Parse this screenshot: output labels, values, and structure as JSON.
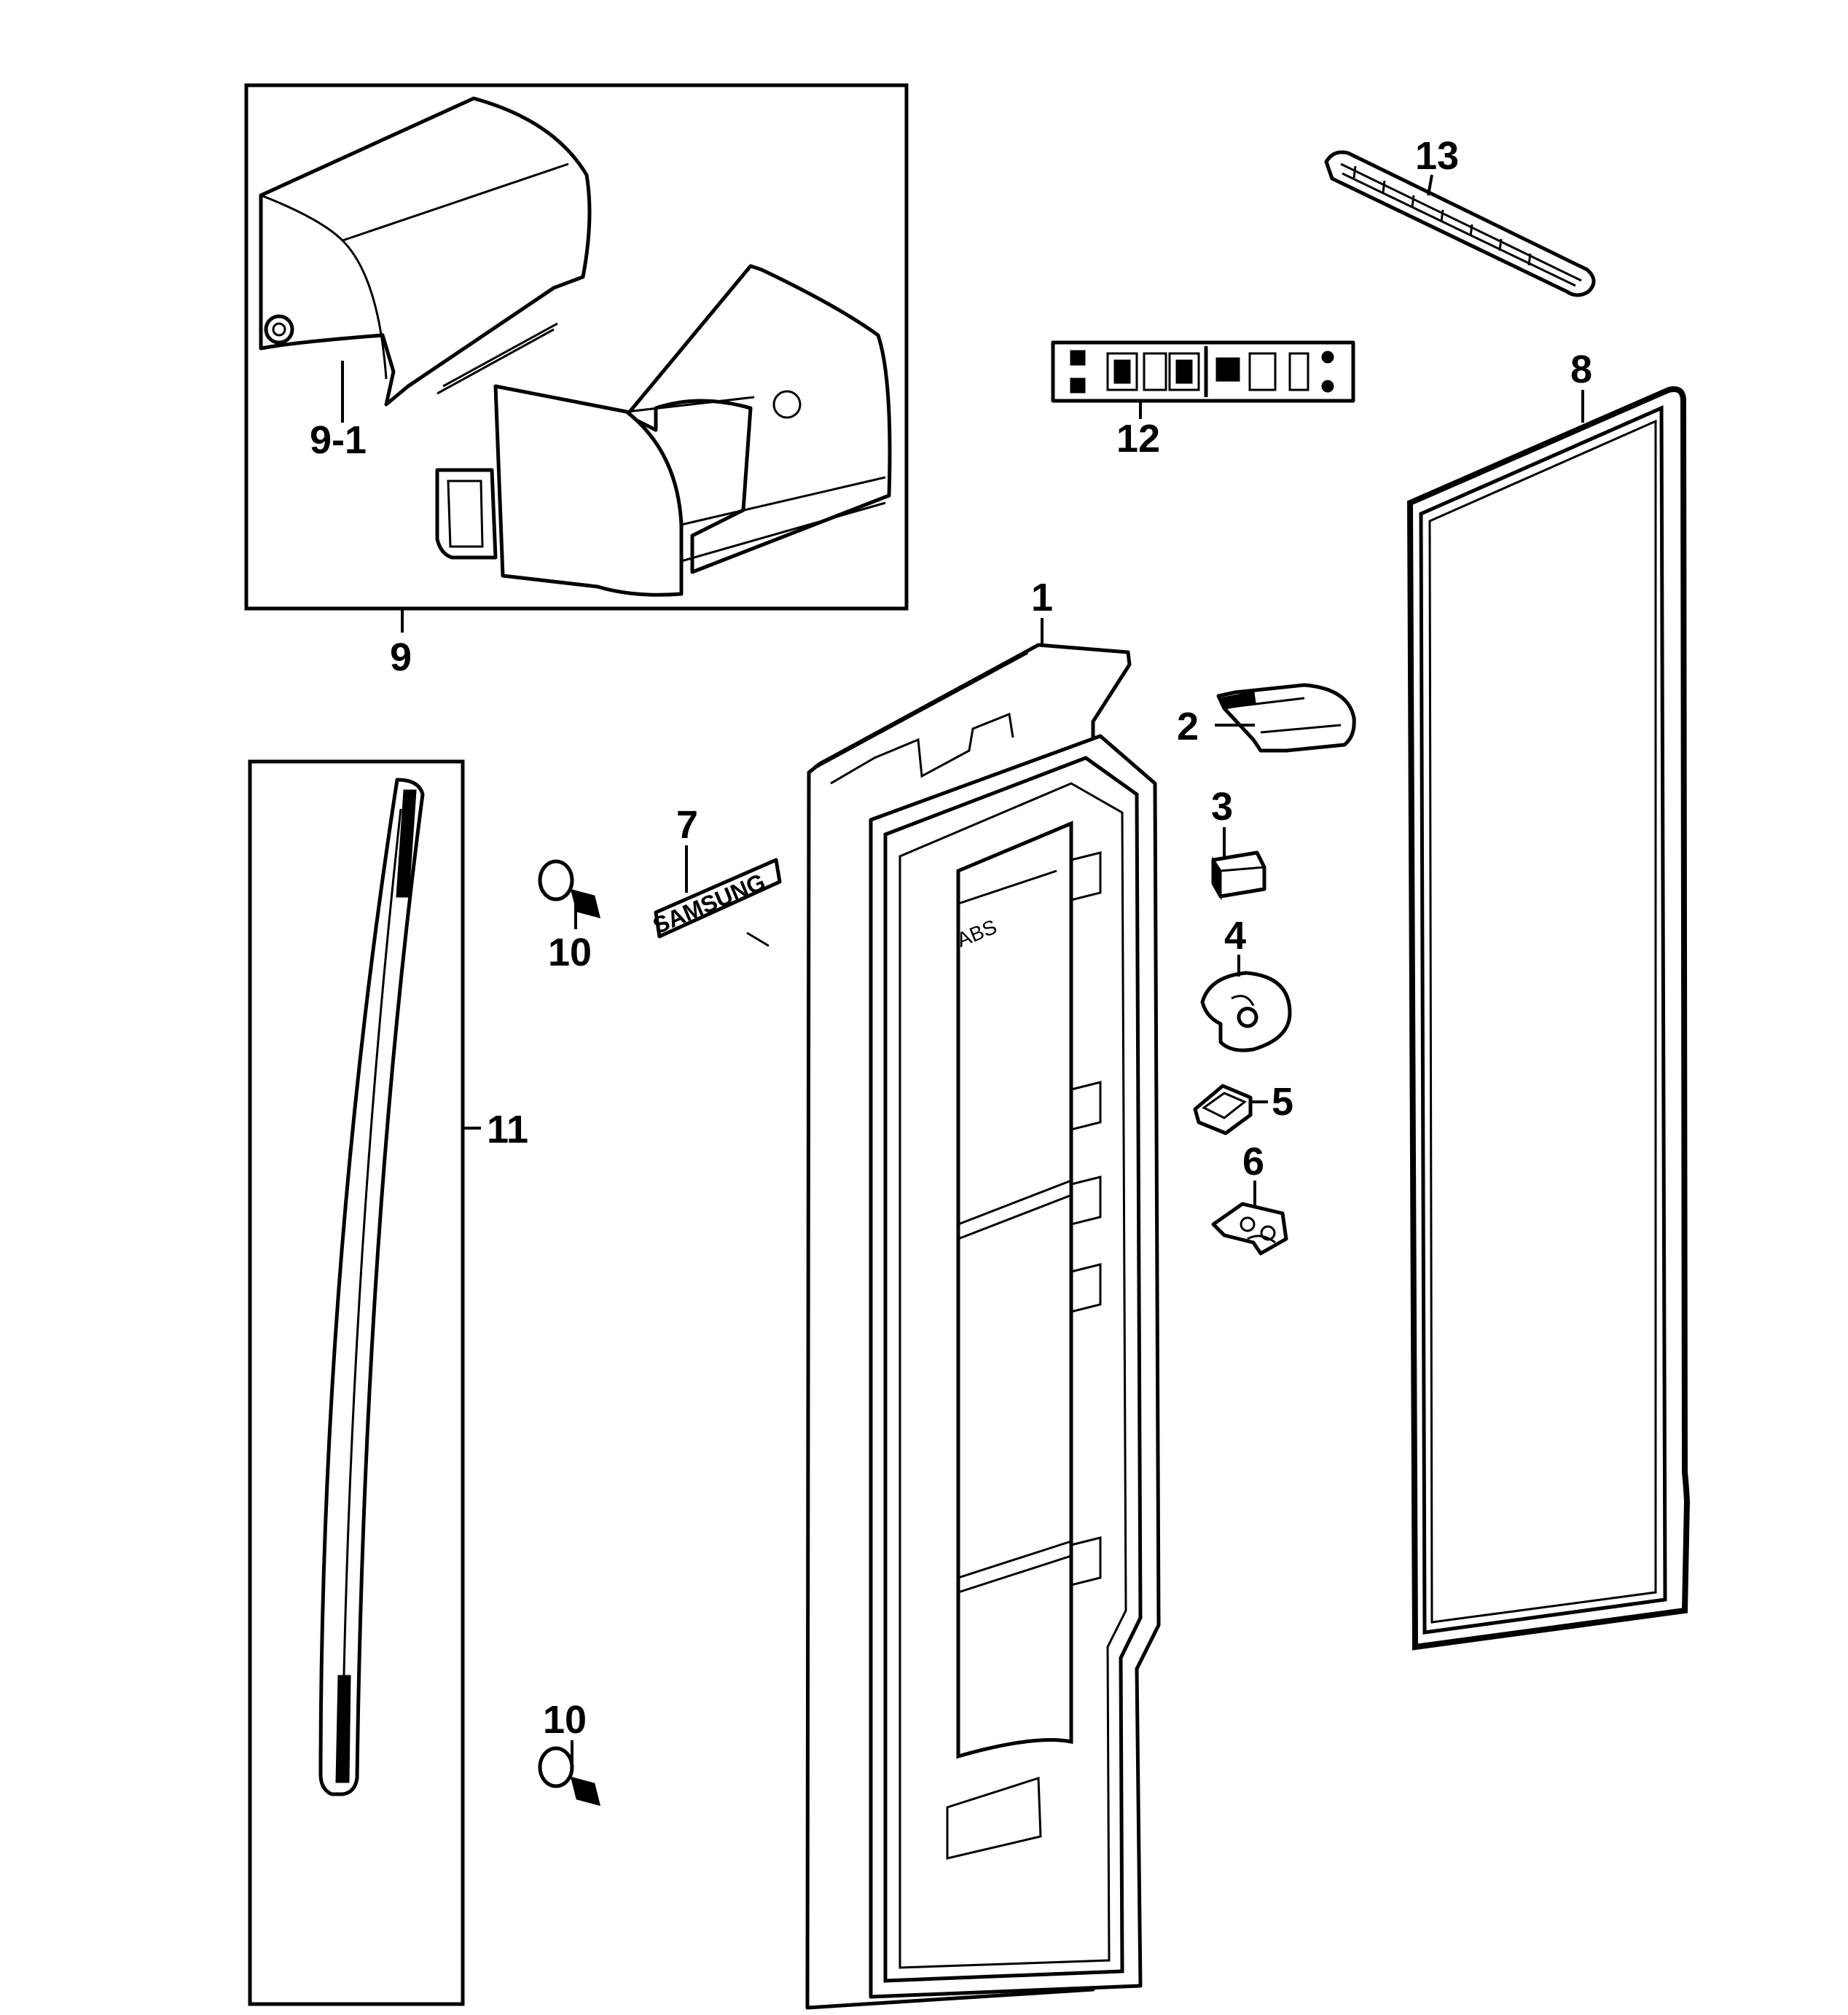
{
  "labels": {
    "p1": "1",
    "p2": "2",
    "p3": "3",
    "p4": "4",
    "p5": "5",
    "p6": "6",
    "p7": "7",
    "p8": "8",
    "p9": "9",
    "p9_1": "9-1",
    "p10_top": "10",
    "p10_bottom": "10",
    "p11": "11",
    "p12": "12",
    "p13": "13"
  },
  "part_marks": {
    "door_liner_text": "ABS",
    "emblem_text": "SAMSUNG"
  },
  "colors": {
    "line": "#000000",
    "background": "#ffffff"
  }
}
